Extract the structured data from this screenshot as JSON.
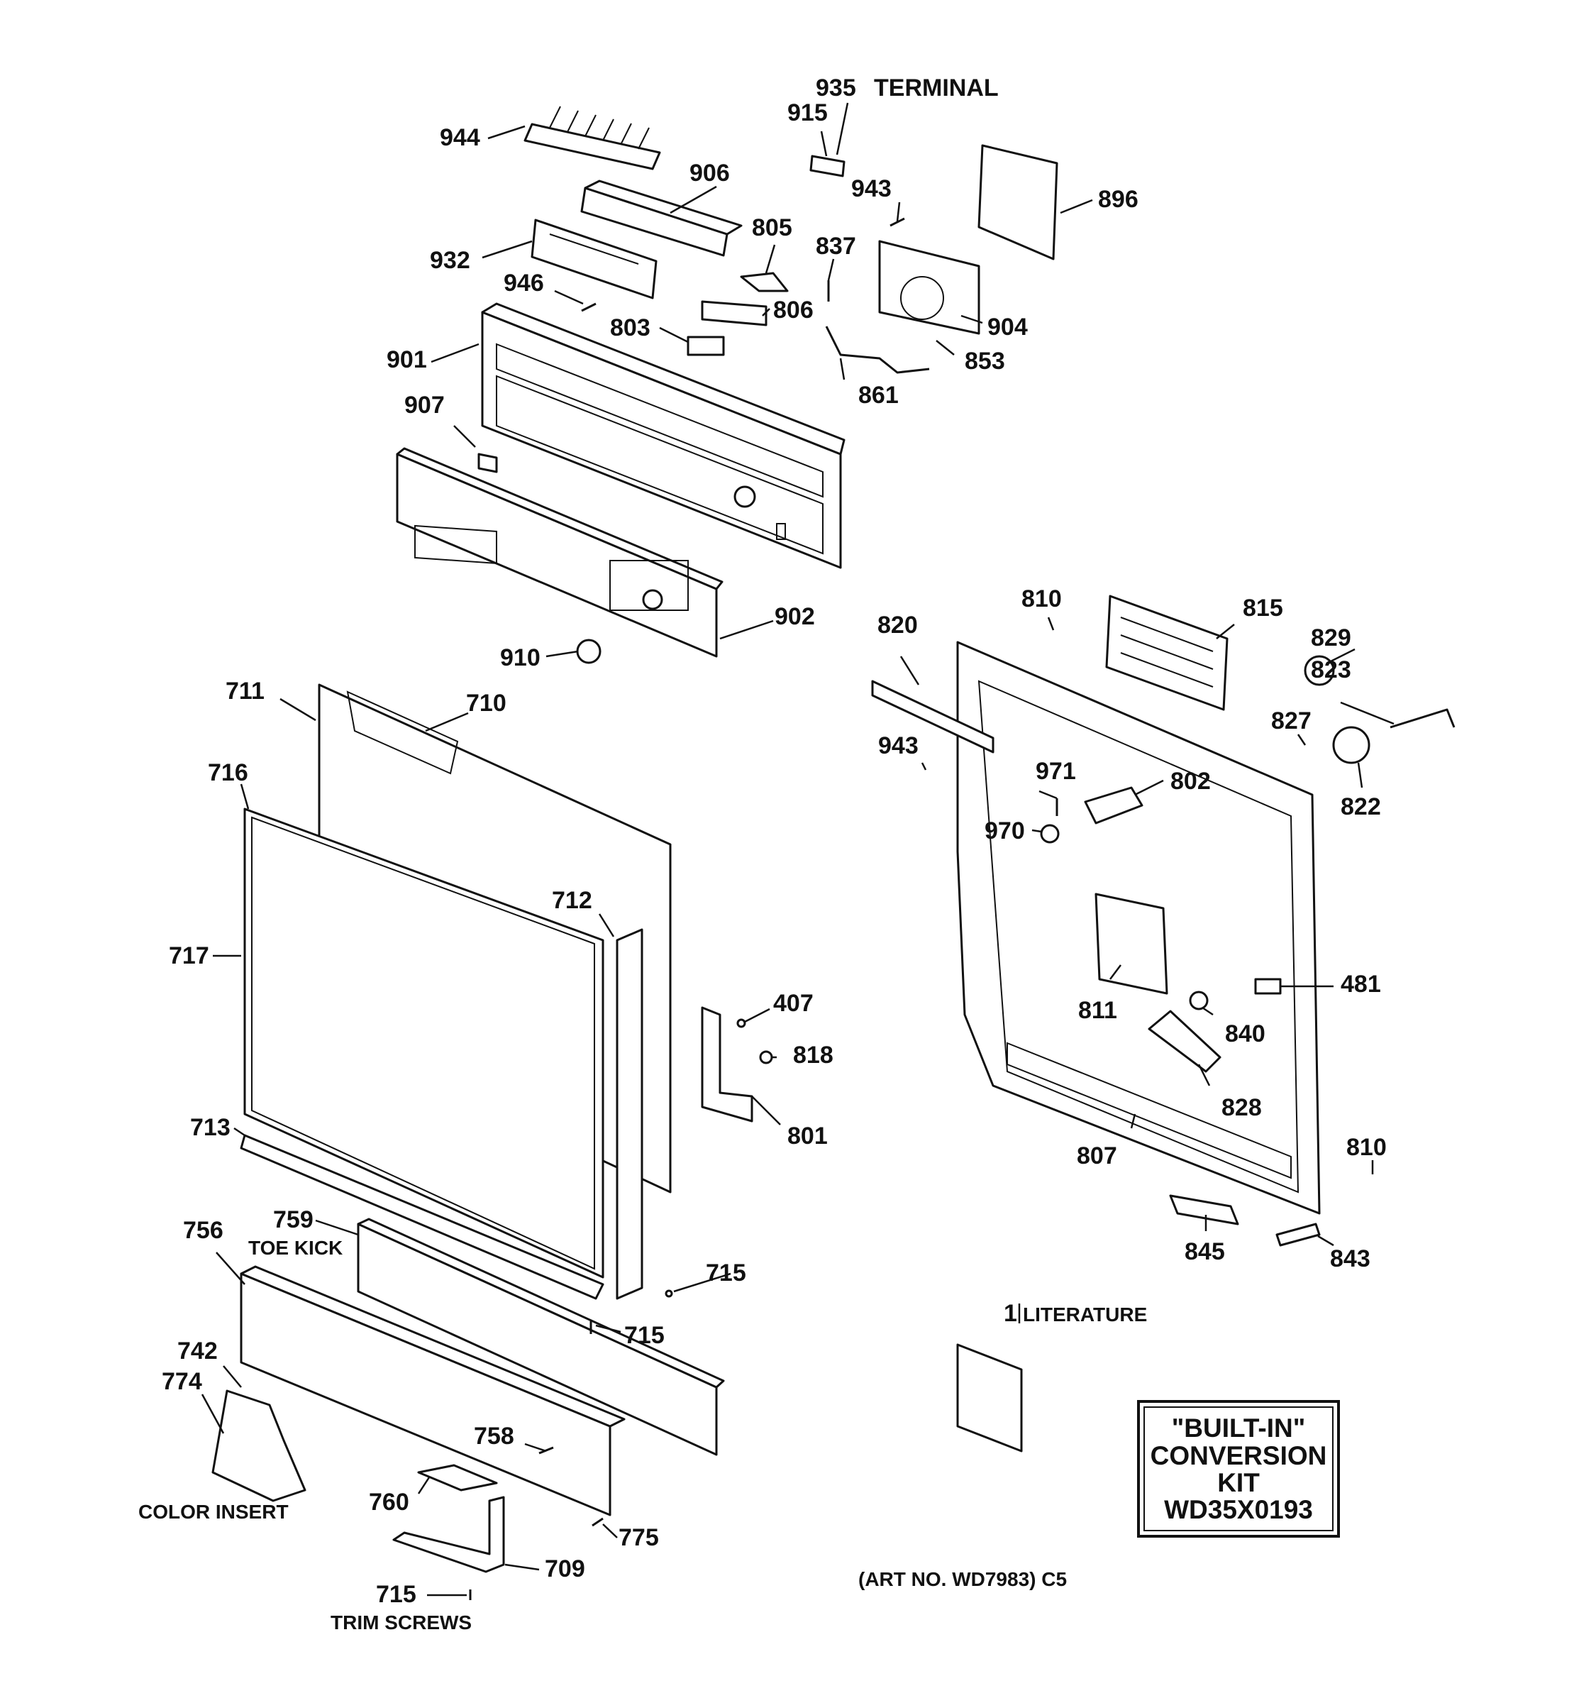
{
  "callouts": {
    "c935": "935",
    "c935_note": "TERMINAL",
    "c915": "915",
    "c944": "944",
    "c906": "906",
    "c943a": "943",
    "c896": "896",
    "c805": "805",
    "c837": "837",
    "c932": "932",
    "c946": "946",
    "c806": "806",
    "c904": "904",
    "c803": "803",
    "c901": "901",
    "c853": "853",
    "c861": "861",
    "c907": "907",
    "c902": "902",
    "c910": "910",
    "c711": "711",
    "c710": "710",
    "c716": "716",
    "c712": "712",
    "c717": "717",
    "c407": "407",
    "c818": "818",
    "c801": "801",
    "c713": "713",
    "c759": "759",
    "c759_note": "TOE KICK",
    "c756": "756",
    "c715a": "715",
    "c715b": "715",
    "c742": "742",
    "c774": "774",
    "c758": "758",
    "c760": "760",
    "c775": "775",
    "c709": "709",
    "c715c": "715",
    "trim_screws": "TRIM SCREWS",
    "color_insert": "COLOR INSERT",
    "c810a": "810",
    "c815": "815",
    "c820": "820",
    "c829": "829",
    "c823": "823",
    "c827": "827",
    "c943b": "943",
    "c971": "971",
    "c802": "802",
    "c822": "822",
    "c970": "970",
    "c811": "811",
    "c481": "481",
    "c840": "840",
    "c828": "828",
    "c807": "807",
    "c810b": "810",
    "c845": "845",
    "c843": "843"
  },
  "literature": {
    "qty": "1",
    "label": "LITERATURE"
  },
  "kit_box": {
    "line1": "\"BUILT-IN\"",
    "line2": "CONVERSION",
    "line3": "KIT",
    "line4": "WD35X0193"
  },
  "art_number": "(ART NO. WD7983) C5"
}
